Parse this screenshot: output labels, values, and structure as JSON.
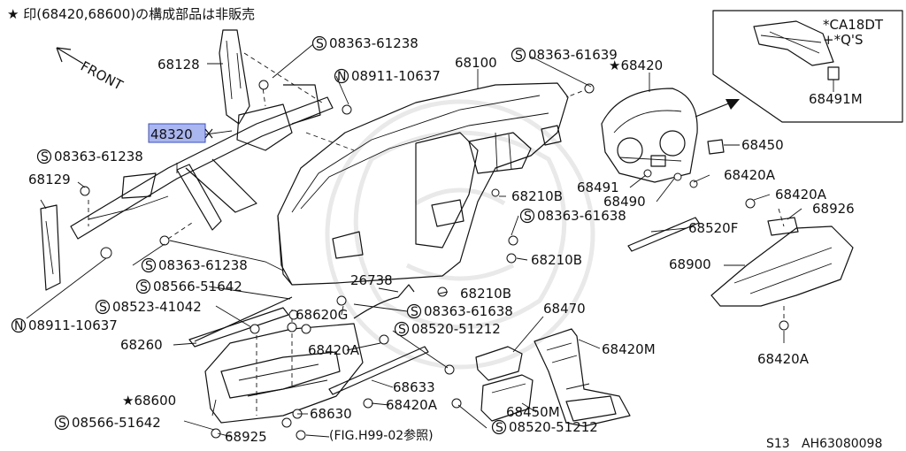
{
  "header": {
    "note": "★ 印(68420,68600)の構成部品は非販売"
  },
  "front_label": "FRONT",
  "inset": {
    "note_line1": "*CA18DT",
    "note_line2": "+*Q'S",
    "part": "68491M"
  },
  "parts": {
    "p68128": "68128",
    "p68100": "68100",
    "p68420_star": "★68420",
    "p48320": "48320",
    "p68129": "68129",
    "p68450": "68450",
    "p68420A_1": "68420A",
    "p68491": "68491",
    "p68490": "68490",
    "p68420A_2": "68420A",
    "p68926": "68926",
    "p68210B_1": "68210B",
    "p68210B_2": "68210B",
    "p68210B_3": "68210B",
    "p68520F": "68520F",
    "p68900": "68900",
    "p26738": "26738",
    "p68620G": "68620G",
    "p68470": "68470",
    "p68260": "68260",
    "p68420A_3": "68420A",
    "p68420M": "68420M",
    "p68633": "68633",
    "p68600_star": "★68600",
    "p68630": "68630",
    "p68420A_4": "68420A",
    "p68450M": "68450M",
    "p68925": "68925",
    "p68420A_5": "68420A"
  },
  "bolts": {
    "s_61238_top": "08363-61238",
    "n_10637_top": "08911-10637",
    "s_61639": "08363-61639",
    "s_61238_left": "08363-61238",
    "s_61638_a": "08363-61638",
    "s_61238_bottom": "08363-61238",
    "s_51642_a": "08566-51642",
    "s_41042": "08523-41042",
    "n_10637_bottom": "08911-10637",
    "s_61638_b": "08363-61638",
    "s_51212_a": "08520-51212",
    "s_51642_b": "08566-51642",
    "s_51212_b": "08520-51212"
  },
  "symbols": {
    "s": "S",
    "n": "N"
  },
  "fig_ref": "(FIG.H99-02参照)",
  "footer": {
    "section": "S13",
    "code": "AH63080098"
  }
}
